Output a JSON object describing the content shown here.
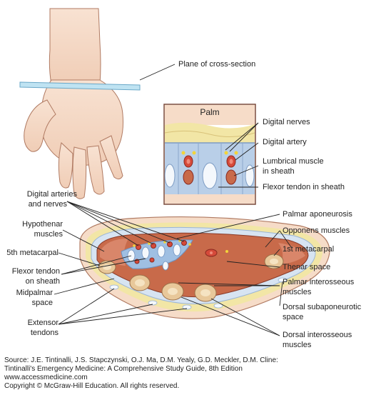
{
  "labels": {
    "plane": "Plane of cross-section",
    "palm": "Palm",
    "digital_nerves": "Digital nerves",
    "digital_artery": "Digital artery",
    "lumbrical_1": "Lumbrical muscle",
    "lumbrical_2": "in sheath",
    "flexor_sheath": "Flexor tendon in sheath",
    "dig_arteries_1": "Digital arteries",
    "dig_arteries_2": "and nerves",
    "hypothenar_1": "Hypothenar",
    "hypothenar_2": "muscles",
    "fifth_meta": "5th metacarpal",
    "flexor_on_1": "Flexor tendon",
    "flexor_on_2": "on sheath",
    "midpalmar_1": "Midpalmar",
    "midpalmar_2": "space",
    "extensor_1": "Extensor",
    "extensor_2": "tendons",
    "palmar_apo": "Palmar aponeurosis",
    "opponens": "Opponens muscles",
    "first_meta": "1st metacarpal",
    "thenar": "Thenar space",
    "palmar_inter_1": "Palmar interosseous",
    "palmar_inter_2": "muscles",
    "dorsal_sub_1": "Dorsal subaponeurotic",
    "dorsal_sub_2": "space",
    "dorsal_inter_1": "Dorsal interosseous",
    "dorsal_inter_2": "muscles"
  },
  "source": {
    "line1": "Source: J.E. Tintinalli, J.S. Stapczynski, O.J. Ma, D.M. Yealy, G.D. Meckler, D.M. Cline:",
    "line2": "Tintinalli's Emergency Medicine: A Comprehensive Study Guide, 8th Edition",
    "line3": "www.accessmedicine.com",
    "line4": "Copyright © McGraw-Hill Education.  All rights reserved."
  },
  "colors": {
    "skin": "#f6dcc8",
    "skin_outline": "#b07a62",
    "fat": "#f2e6a6",
    "fascia_blue": "#b9cfe8",
    "muscle": "#c86a4a",
    "bone": "#e8c89a",
    "tendon": "#f4f8fc",
    "artery": "#d64a3a",
    "nerve": "#f2d43a"
  }
}
